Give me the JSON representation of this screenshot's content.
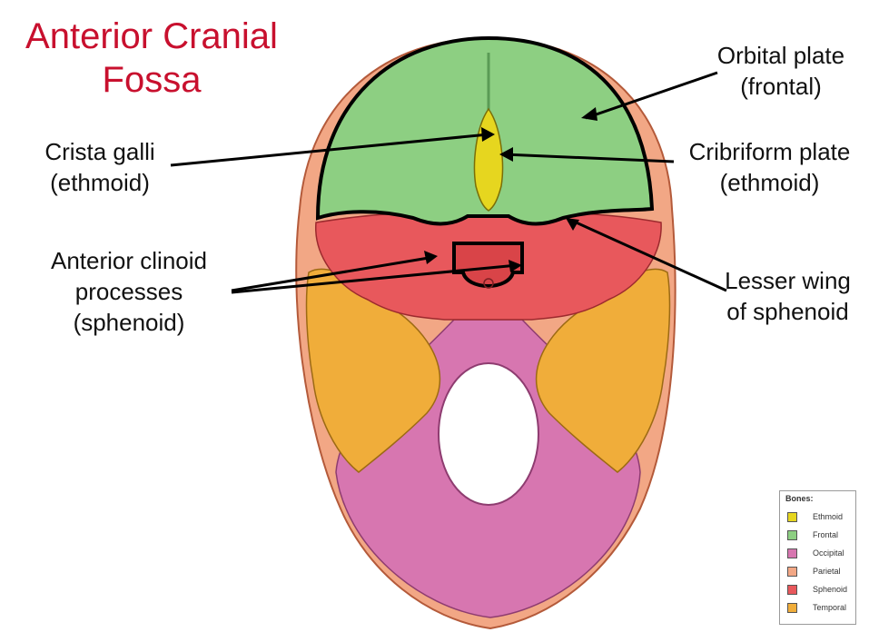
{
  "title": {
    "line1": "Anterior Cranial",
    "line2": "Fossa"
  },
  "labels": {
    "orbital_plate": {
      "line1": "Orbital plate",
      "line2": "(frontal)"
    },
    "crista_galli": {
      "line1": "Crista galli",
      "line2": "(ethmoid)"
    },
    "cribriform_plate": {
      "line1": "Cribriform plate",
      "line2": "(ethmoid)"
    },
    "anterior_clinoid": {
      "line1": "Anterior clinoid",
      "line2": "processes",
      "line3": "(sphenoid)"
    },
    "lesser_wing": {
      "line1": "Lesser wing",
      "line2": "of sphenoid"
    }
  },
  "legend": {
    "title": "Bones:",
    "items": [
      {
        "label": "Ethmoid",
        "color": "#e6d61f"
      },
      {
        "label": "Frontal",
        "color": "#8dcf82"
      },
      {
        "label": "Occipital",
        "color": "#d776b0"
      },
      {
        "label": "Parietal",
        "color": "#f2a785"
      },
      {
        "label": "Sphenoid",
        "color": "#e8585c"
      },
      {
        "label": "Temporal",
        "color": "#f0ad3a"
      }
    ]
  },
  "colors": {
    "title": "#c8102e",
    "frontal": "#8dcf82",
    "ethmoid": "#e6d61f",
    "sphenoid": "#e8585c",
    "temporal": "#f0ad3a",
    "occipital": "#d776b0",
    "parietal": "#f2a785"
  }
}
